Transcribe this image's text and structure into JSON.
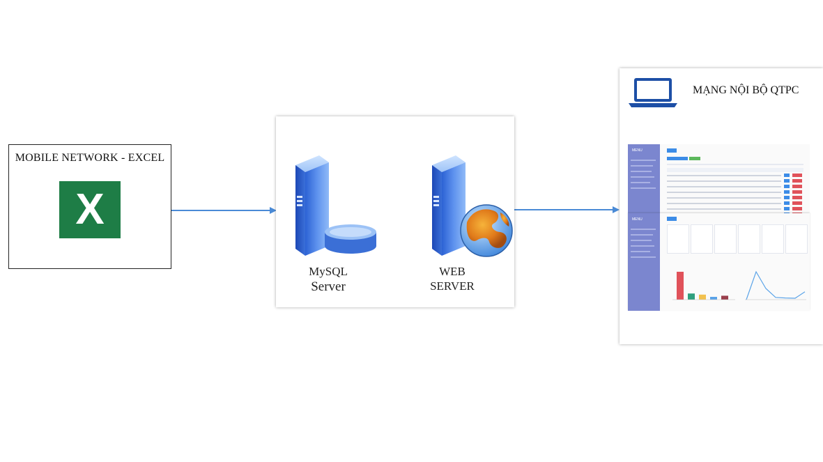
{
  "source": {
    "title": "MOBILE NETWORK - EXCEL",
    "icon": "excel-icon",
    "icon_letter": "X"
  },
  "servers": [
    {
      "line1": "MySQL",
      "line2": "Server",
      "icon": "database-server-icon"
    },
    {
      "line1": "WEB",
      "line2": "SERVER",
      "icon": "web-server-icon"
    }
  ],
  "network": {
    "title": "MẠNG NỘI BỘ QTPC",
    "icon": "laptop-icon",
    "screens": [
      {
        "menu_label": "MENU"
      },
      {
        "menu_label": "MENU"
      }
    ]
  },
  "colors": {
    "arrow": "#4a8ad6",
    "excel": "#1e7d46",
    "server": "#3c78d8",
    "sidebar": "#7b86cf"
  },
  "bar_chart": [
    {
      "value": 100,
      "color": "#e0525a"
    },
    {
      "value": 22,
      "color": "#2f9f7d"
    },
    {
      "value": 18,
      "color": "#f2c14e"
    },
    {
      "value": 10,
      "color": "#5aa3e8"
    },
    {
      "value": 14,
      "color": "#9a3f4c"
    }
  ],
  "line_chart": [
    0,
    100,
    40,
    8,
    6,
    5,
    28
  ]
}
